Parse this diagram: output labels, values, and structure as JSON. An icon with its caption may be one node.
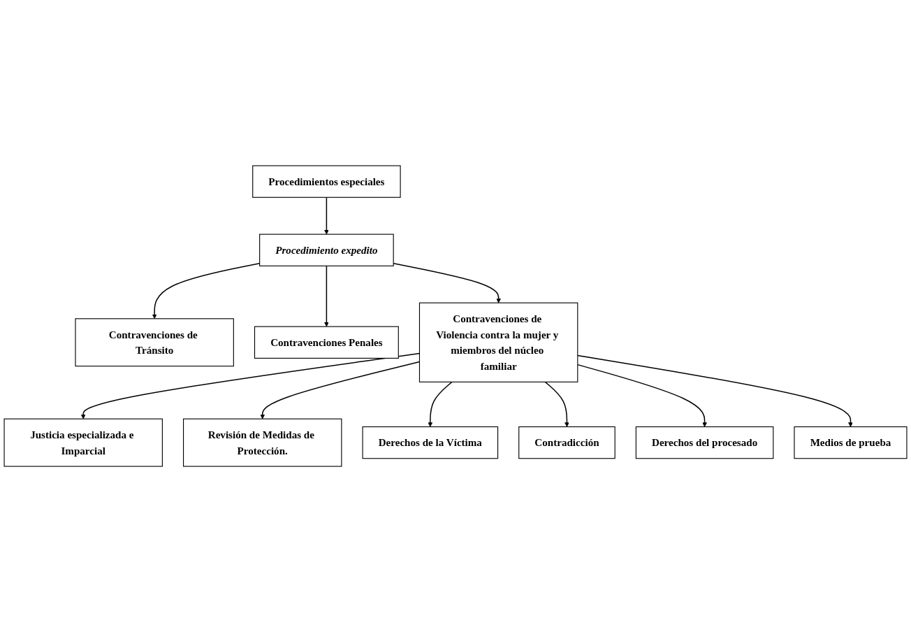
{
  "diagram": {
    "nodes": [
      {
        "text": [
          "Procedimientos especiales"
        ]
      },
      {
        "text": [
          "Contravenciones de Tránsito"
        ]
      },
      {
        "text": [
          "Procedimiento expedito"
        ]
      },
      {
        "text": [
          "Contravenciones Penales"
        ]
      },
      {
        "text": [
          "Justicia especializada e Imparcial"
        ]
      },
      {
        "text": [
          "Revisión de Medidas de Protección."
        ]
      },
      {
        "text": [
          "Contravenciones de Violencia contra la mujer y miembros del núcleo familiar"
        ]
      },
      {
        "text": [
          "Derechos de la Víctima"
        ]
      },
      {
        "text": [
          "Contradicción"
        ]
      },
      {
        "text": [
          "Derechos del procesado"
        ]
      },
      {
        "text": [
          "Medios de prueba"
        ]
      }
    ],
    "edges": [
      {
        "from": 0,
        "to": 2,
        "arrow": "to"
      },
      {
        "from": 2,
        "to": 1,
        "arrow": "to"
      },
      {
        "from": 2,
        "to": 3,
        "arrow": "to"
      },
      {
        "from": 2,
        "to": 6,
        "arrow": "to"
      },
      {
        "from": 6,
        "to": 4,
        "arrow": "to"
      },
      {
        "from": 6,
        "to": 5,
        "arrow": "to"
      },
      {
        "from": 6,
        "to": 7,
        "arrow": "to"
      },
      {
        "from": 6,
        "to": 8,
        "arrow": "to"
      },
      {
        "from": 6,
        "to": 9,
        "arrow": "to"
      },
      {
        "from": 6,
        "to": 10,
        "arrow": "to"
      }
    ]
  }
}
